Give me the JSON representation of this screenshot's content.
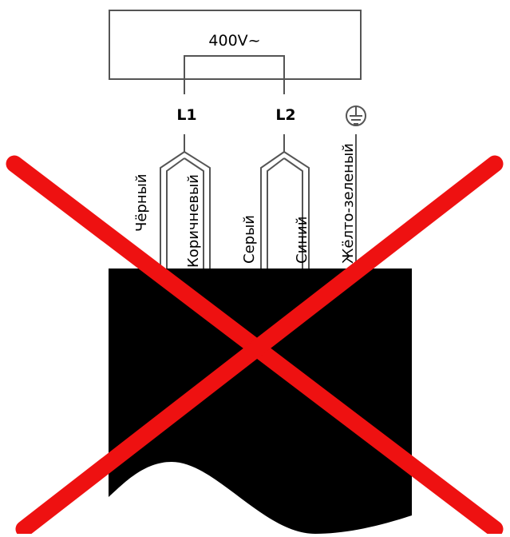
{
  "supply": {
    "label": "400V~"
  },
  "terminals": {
    "l1": "L1",
    "l2": "L2"
  },
  "ground": {
    "icon": "ground-icon"
  },
  "wires": {
    "black": "Чёрный",
    "brown": "Коричневый",
    "grey": "Серый",
    "blue": "Синий",
    "yellow_green": "Жёлто-зеленый"
  },
  "colors": {
    "line": "#555555",
    "cable": "#000000",
    "cross": "#ee1111",
    "text": "#000000"
  }
}
